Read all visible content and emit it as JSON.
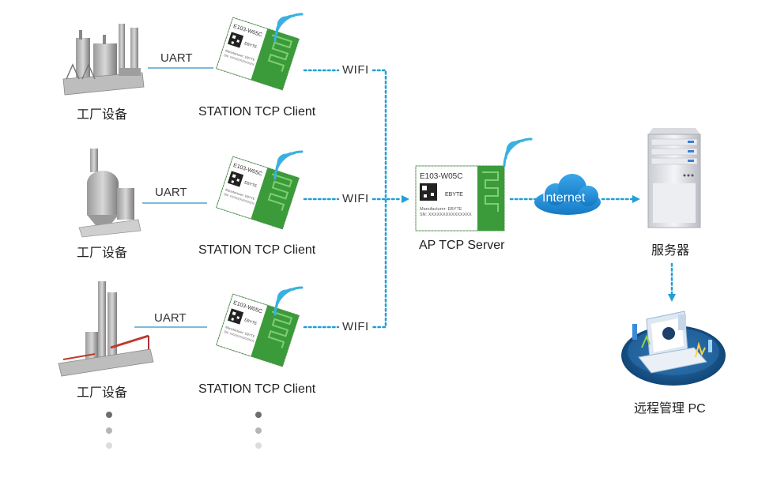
{
  "rows": [
    {
      "device_label": "工厂设备",
      "link_label": "UART",
      "client_label": "STATION  TCP Client",
      "wireless_label": "WIFI"
    },
    {
      "device_label": "工厂设备",
      "link_label": "UART",
      "client_label": "STATION  TCP Client",
      "wireless_label": "WIFI"
    },
    {
      "device_label": "工厂设备",
      "link_label": "UART",
      "client_label": "STATION  TCP Client",
      "wireless_label": "WIFI"
    }
  ],
  "module": {
    "model": "E103-W05C",
    "brand": "EBYTE",
    "manufacturer": "Manufacturer: EBYTE",
    "serial": "SN: XXXXXXXXXXXXXXX"
  },
  "server_module_label": "AP TCP Server",
  "cloud_label": "Internet",
  "server_label": "服务器",
  "pc_label": "远程管理 PC",
  "colors": {
    "link": "#1f9fd8",
    "module_green": "#3b9b3b",
    "cloud": "#1f8fd6",
    "pc_base": "#1d5a92"
  }
}
